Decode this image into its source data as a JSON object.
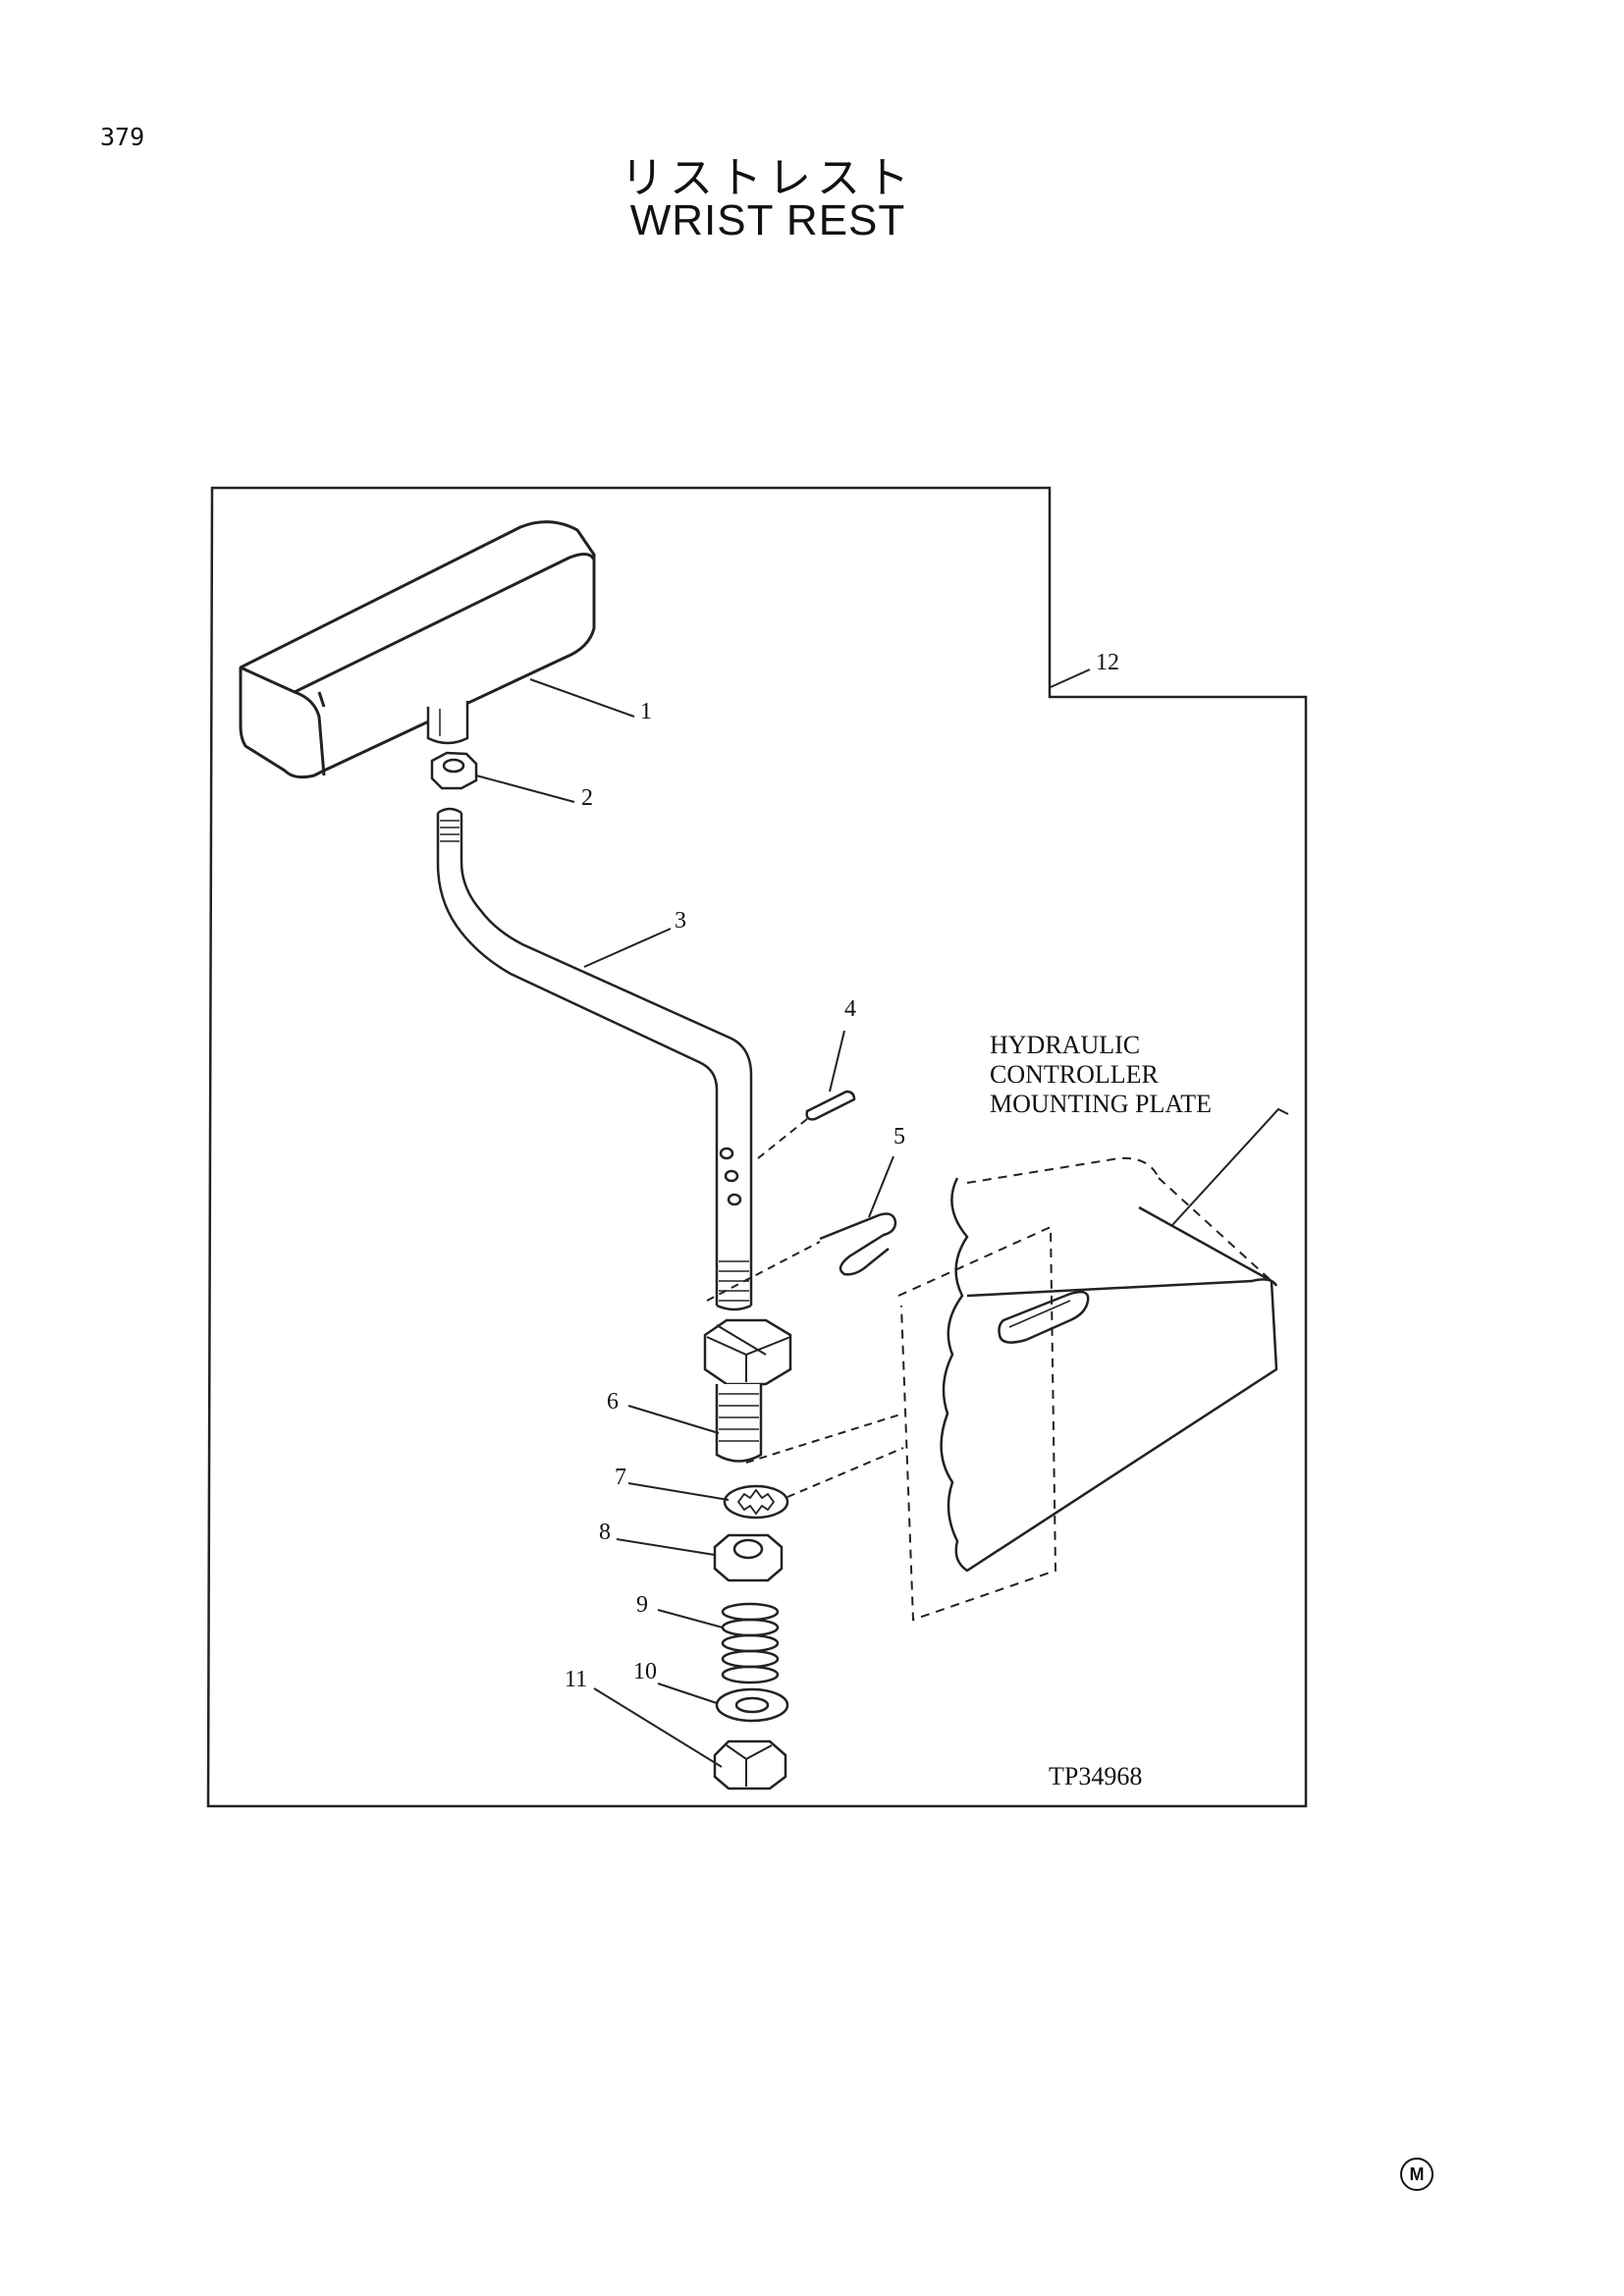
{
  "page": {
    "number": "379"
  },
  "title": {
    "japanese": "リストレスト",
    "english": "WRIST  REST"
  },
  "callouts": [
    "1",
    "2",
    "3",
    "4",
    "5",
    "6",
    "7",
    "8",
    "9",
    "10",
    "11",
    "12"
  ],
  "annotation": {
    "line1": "HYDRAULIC",
    "line2": "CONTROLLER",
    "line3": "MOUNTING PLATE"
  },
  "figure_code": "TP34968",
  "trademark": "M"
}
